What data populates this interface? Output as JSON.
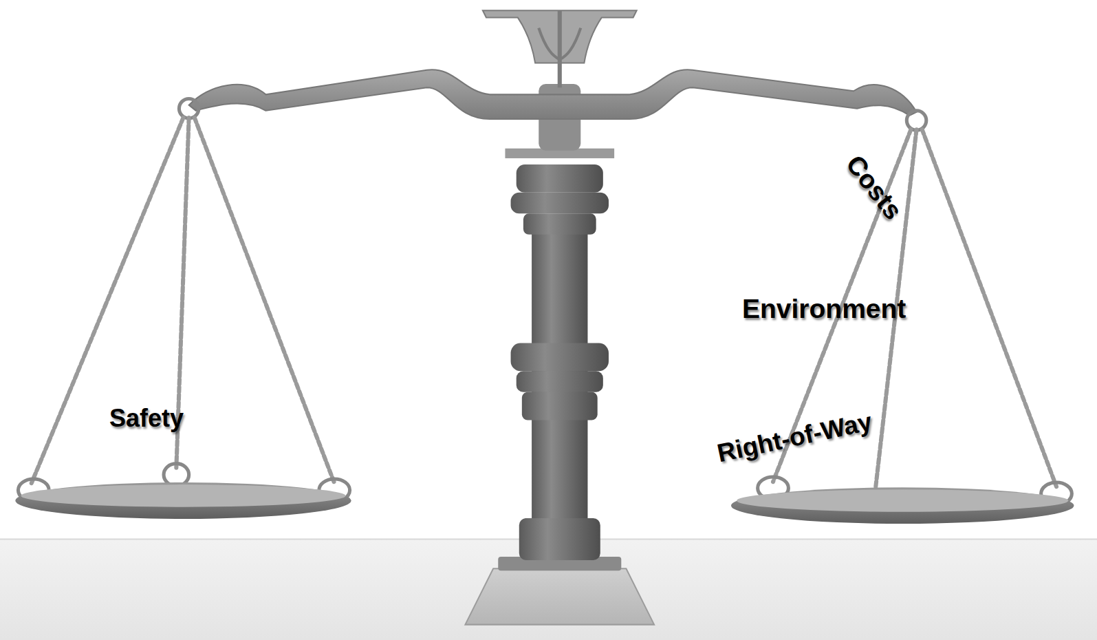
{
  "diagram": {
    "labels": [
      "Safety",
      "Costs",
      "Environment",
      "Right-of-Way"
    ]
  }
}
